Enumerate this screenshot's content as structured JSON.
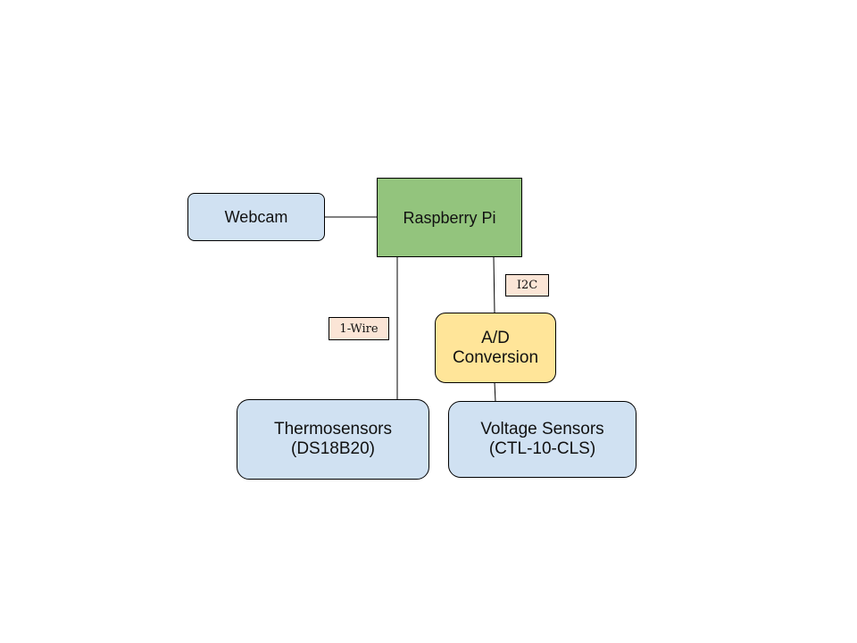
{
  "colors": {
    "blue_fill": "#d0e1f2",
    "green_fill": "#93c47d",
    "yellow_fill": "#ffe599",
    "tag_fill": "#fbe5d6",
    "stroke": "#000000"
  },
  "nodes": {
    "webcam": {
      "lines": [
        "Webcam"
      ]
    },
    "raspberry_pi": {
      "lines": [
        "Raspberry Pi"
      ]
    },
    "ad_conversion": {
      "lines": [
        "A/D",
        "Conversion"
      ]
    },
    "thermosensors": {
      "lines": [
        "Thermosensors",
        "(DS18B20)"
      ]
    },
    "voltage_sensors": {
      "lines": [
        "Voltage Sensors",
        "(CTL-10-CLS)"
      ]
    }
  },
  "edge_labels": {
    "one_wire": "1-Wire",
    "i2c": "I2C"
  }
}
